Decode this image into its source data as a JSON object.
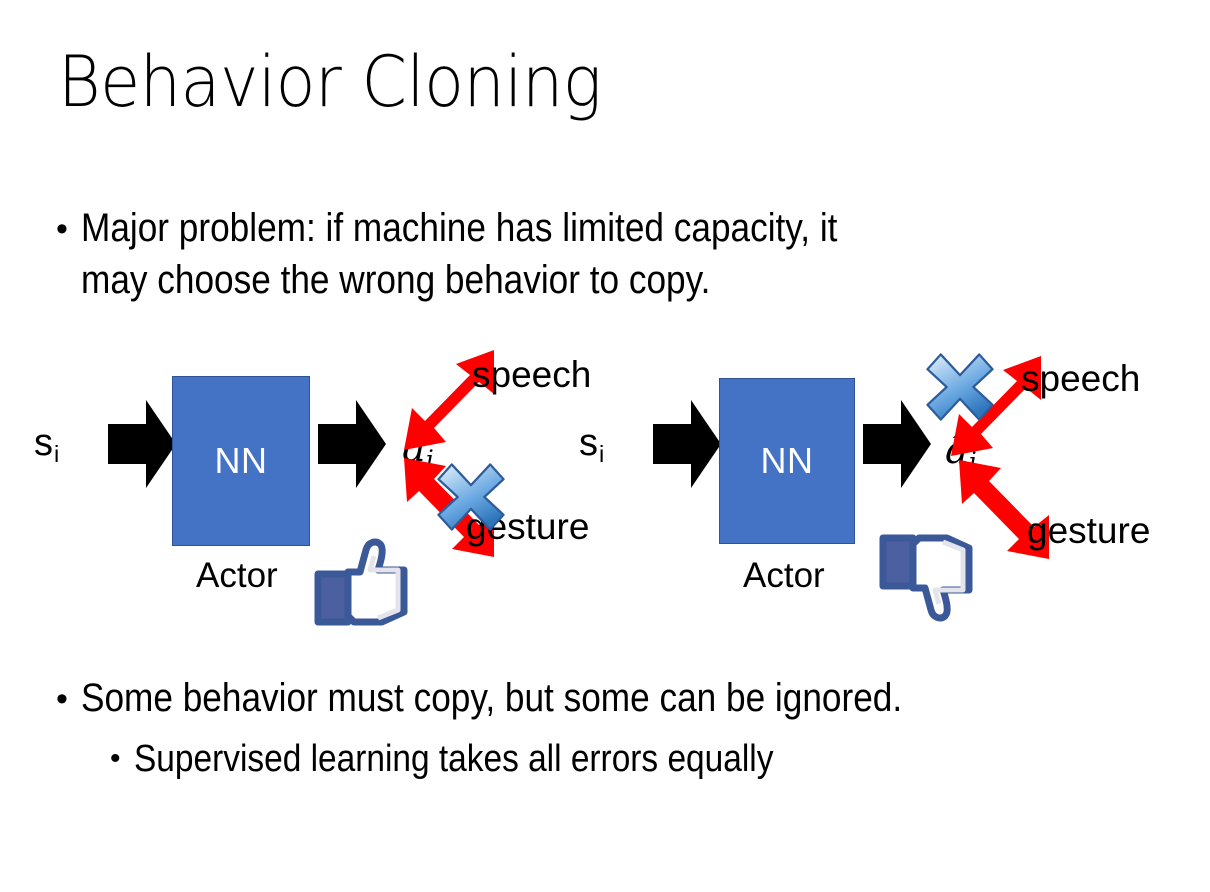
{
  "slide": {
    "title": "Behavior Cloning",
    "background_color": "#FFFFFF",
    "text_color": "#000000"
  },
  "bullets": [
    {
      "id": "problem",
      "level": 1,
      "marker": "•",
      "text": "Major problem: if machine has limited capacity, it\nmay choose the wrong behavior to copy."
    },
    {
      "id": "some",
      "level": 1,
      "marker": "•",
      "text": "Some behavior must copy, but some can be ignored."
    },
    {
      "id": "supervised",
      "level": 2,
      "marker": "•",
      "text": "Supervised learning takes all errors equally"
    }
  ],
  "colors": {
    "nn_box_fill": "#4472C4",
    "nn_box_border": "#2E5496",
    "nn_text": "#FFFFFF",
    "arrow_black": "#000000",
    "arrow_red": "#FF0000",
    "x_blue_light": "#DCEBFA",
    "x_blue_mid": "#7FB3E8",
    "x_blue_dark": "#2E74B5",
    "x_outline": "#2E5C9A",
    "thumb_outline": "#3B5998",
    "thumb_fill": "#FFFFFF",
    "thumb_cuff": "#4C5FA0",
    "thumb_shadow": "#E3E5EA"
  },
  "diagrams": [
    {
      "id": "left",
      "state_label": "s",
      "state_subscript": "i",
      "input_arrow": "block-arrow-right",
      "box_label": "NN",
      "box_caption": "Actor",
      "output_arrow": "block-arrow-right",
      "action_label": "â",
      "action_subscript": "i",
      "outcomes": [
        {
          "label": "speech",
          "direction": "up-right",
          "crossed_out": false
        },
        {
          "label": "gesture",
          "direction": "down-right",
          "crossed_out": true
        }
      ],
      "verdict_icon": "thumbs-up-icon",
      "verdict": "approved"
    },
    {
      "id": "right",
      "state_label": "s",
      "state_subscript": "i",
      "input_arrow": "block-arrow-right",
      "box_label": "NN",
      "box_caption": "Actor",
      "output_arrow": "block-arrow-right",
      "action_label": "â",
      "action_subscript": "i",
      "outcomes": [
        {
          "label": "speech",
          "direction": "up-right",
          "crossed_out": true
        },
        {
          "label": "gesture",
          "direction": "down-right",
          "crossed_out": false
        }
      ],
      "verdict_icon": "thumbs-down-icon",
      "verdict": "rejected"
    }
  ]
}
